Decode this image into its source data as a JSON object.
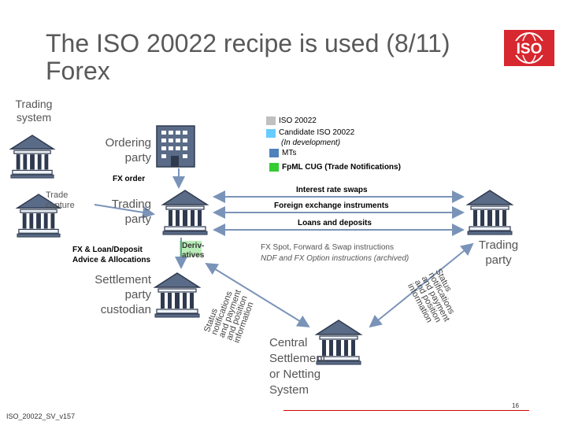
{
  "slide": {
    "title_line1": "The ISO 20022 recipe is used (8/11)",
    "title_line2": "Forex",
    "logo_text": "ISO",
    "footer": "ISO_20022_SV_v157",
    "page_number": "16"
  },
  "legend": {
    "iso_label": "ISO 20022",
    "candidate_label": "Candidate ISO 20022",
    "candidate_sub": "(In development)",
    "mts_label": "MTs",
    "fpml_label": "FpML CUG (Trade Notifications)",
    "colors": {
      "iso": "#c0c0c0",
      "candidate": "#66ccff",
      "mts": "#4f81bd",
      "fpml": "#33cc33"
    }
  },
  "parties": {
    "trading_system": [
      "Trading",
      "system"
    ],
    "ordering_party": [
      "Ordering",
      "party"
    ],
    "trading_party_left": [
      "Trading",
      "party"
    ],
    "trading_party_right": [
      "Trading",
      "party"
    ],
    "settlement": [
      "Settlement",
      "party",
      "custodian"
    ],
    "central": [
      "Central",
      "Settlement",
      "or Netting",
      "System"
    ]
  },
  "flows": {
    "fx_order": "FX order",
    "trade_capture": [
      "Trade",
      "capture"
    ],
    "interest_rate_swaps": "Interest rate swaps",
    "foreign_exchange": "Foreign exchange instruments",
    "loans_deposits": "Loans and deposits",
    "fx_loan_advice": [
      "FX & Loan/Deposit",
      "Advice & Allocations"
    ],
    "derivatives": [
      "Deriv-",
      "atives"
    ],
    "fx_spot": "FX Spot,  Forward & Swap instructions",
    "ndf": "NDF and FX Option instructions (archived)",
    "status_left": "Status\nnotifications\nand payment\nand position\ninformation",
    "status_right": "Status\nnotifications\nand payment\nand position\ninformation"
  }
}
